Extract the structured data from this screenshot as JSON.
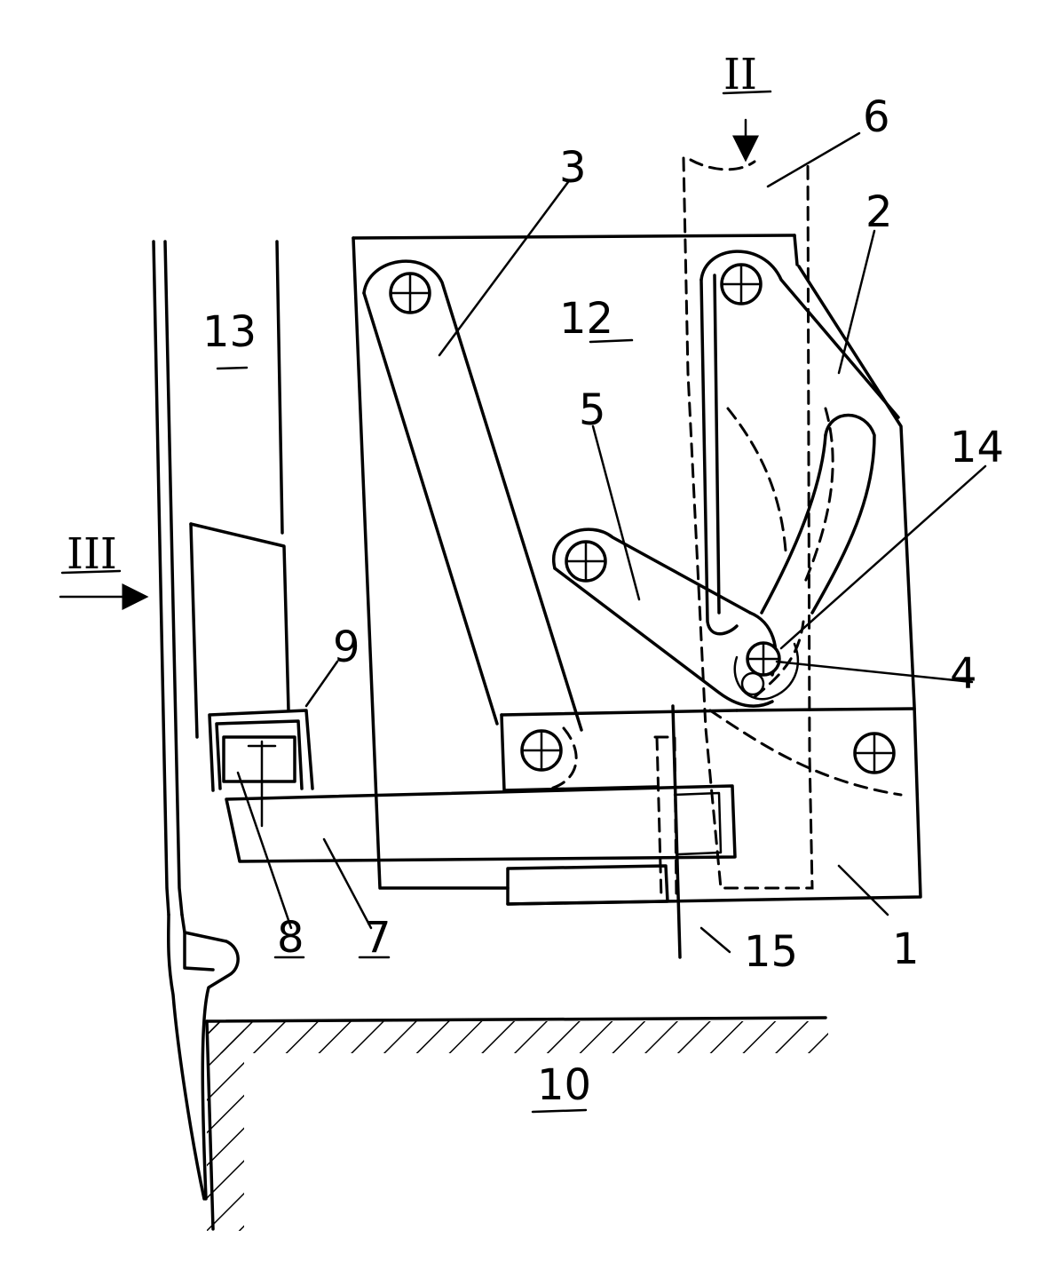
{
  "labels": {
    "ref_1": "1",
    "ref_2": "2",
    "ref_3": "3",
    "ref_4": "4",
    "ref_5": "5",
    "ref_6": "6",
    "ref_7": "7",
    "ref_8": "8",
    "ref_9": "9",
    "ref_10": "10",
    "ref_12": "12",
    "ref_13": "13",
    "ref_14": "14",
    "ref_15": "15",
    "view_II": "II",
    "view_III": "III"
  }
}
